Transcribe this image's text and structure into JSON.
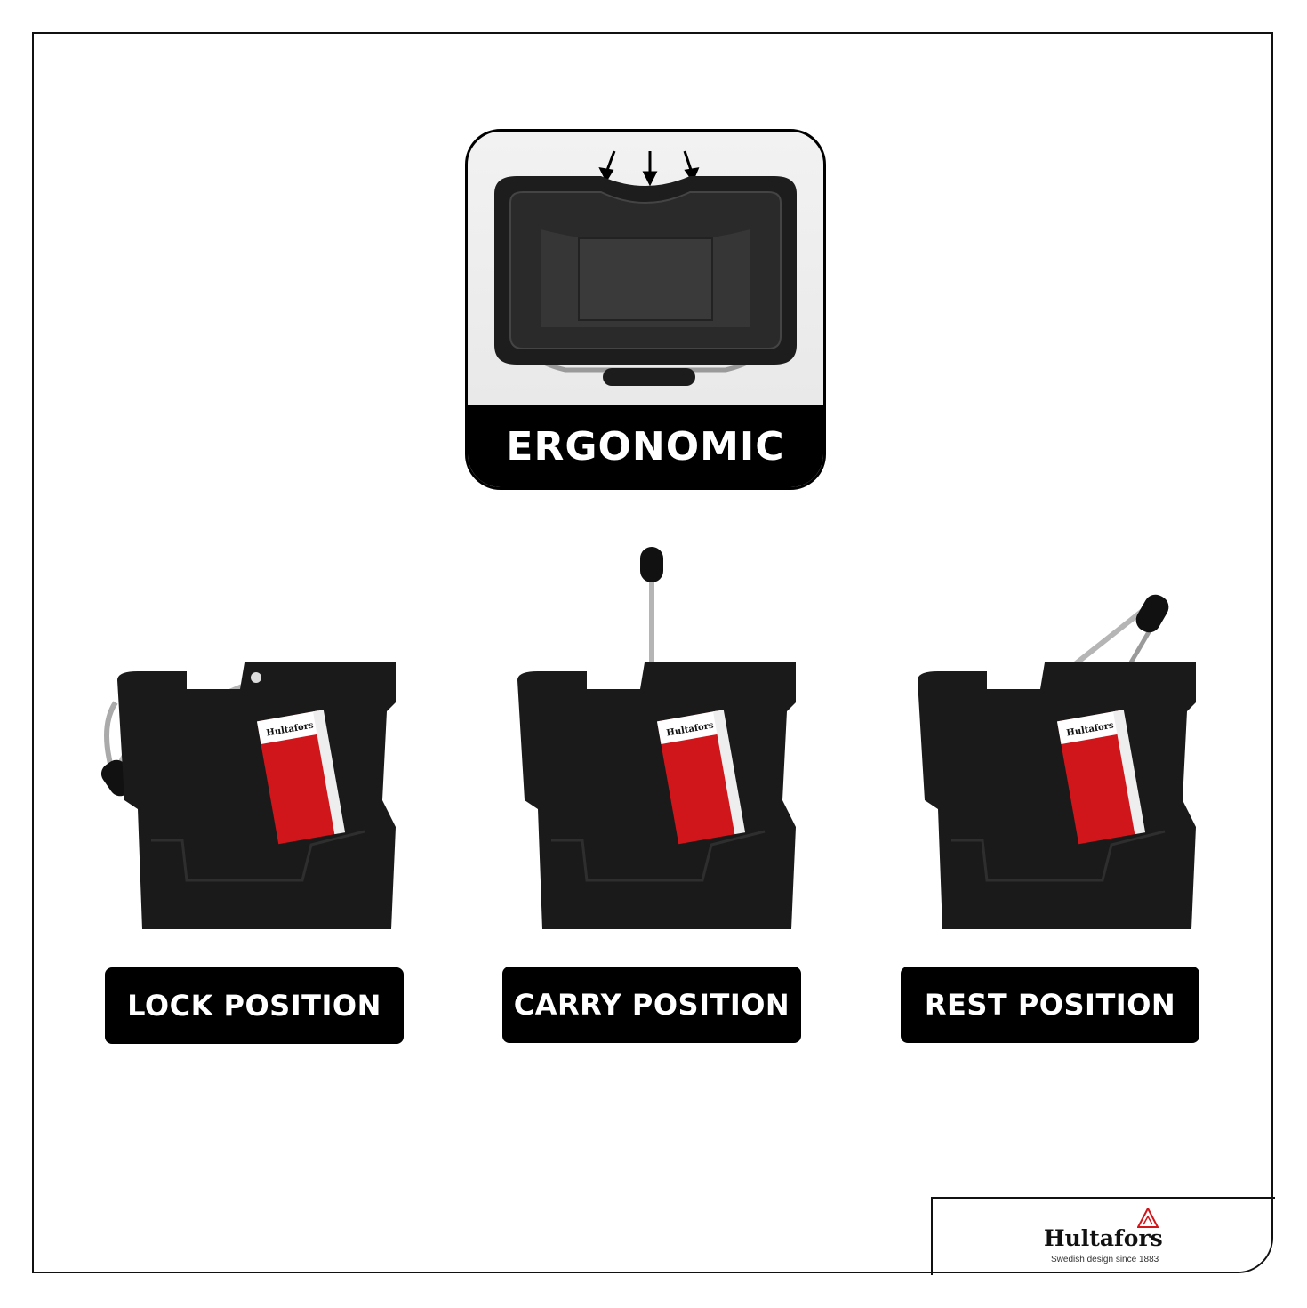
{
  "ergonomic": {
    "label": "ERGONOMIC"
  },
  "positions": [
    {
      "label": "LOCK POSITION"
    },
    {
      "label": "CARRY POSITION"
    },
    {
      "label": "REST POSITION"
    }
  ],
  "brand": {
    "name": "Hultafors",
    "tagline": "Swedish design since 1883",
    "tag_text": "Hultafors"
  },
  "colors": {
    "accent": "#d0161b",
    "bucket": "#1a1a1a",
    "label_bg": "#000000"
  },
  "icons": [
    "down-arrow-icon",
    "hultafors-logo-icon"
  ]
}
